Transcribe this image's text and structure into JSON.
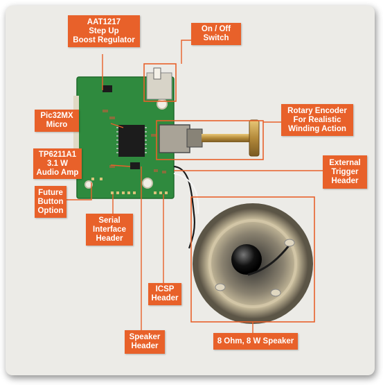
{
  "labels": {
    "aat1217": "AAT1217\nStep Up\nBoost Regulator",
    "on_off": "On / Off\nSwitch",
    "pic32mx": "Pic32MX\nMicro",
    "rotary_encoder": "Rotary Encoder\nFor Realistic\nWinding Action",
    "tp6211a1": "TP6211A1\n3.1 W\nAudio Amp",
    "external_trigger": "External\nTrigger\nHeader",
    "future_button": "Future\nButton\nOption",
    "serial_interface": "Serial\nInterface\nHeader",
    "icsp": "ICSP\nHeader",
    "speaker_header": "Speaker\nHeader",
    "speaker": "8 Ohm, 8 W Speaker"
  },
  "colors": {
    "label_bg": "#e8612a",
    "label_text": "#ffffff",
    "pcb": "#2f8a3e",
    "leader": "#e8612a",
    "background": "#ecebe7"
  }
}
